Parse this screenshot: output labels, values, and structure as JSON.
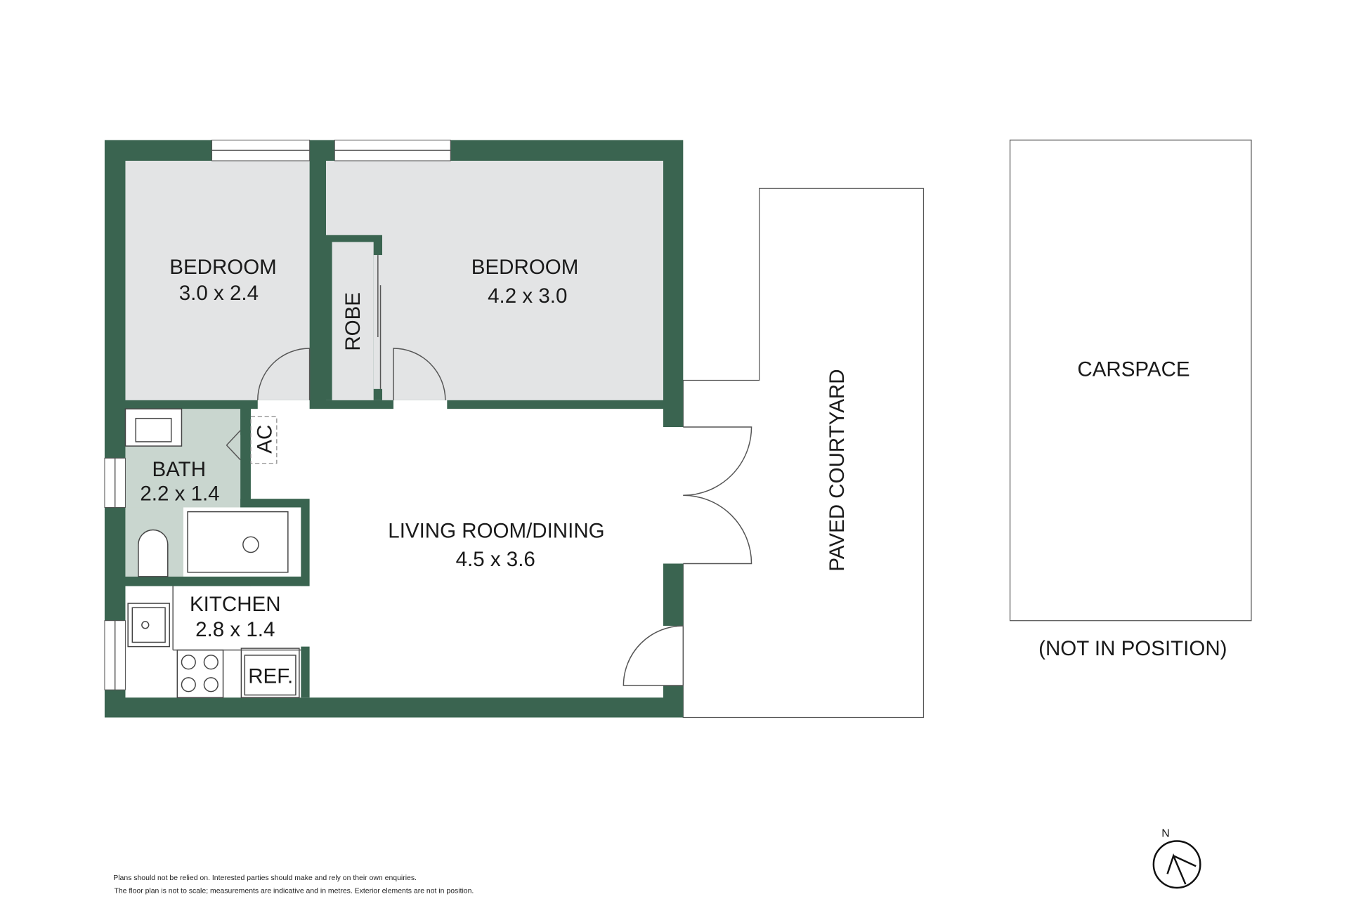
{
  "rooms": {
    "bedroom1": {
      "name": "BEDROOM",
      "size": "3.0 x 2.4"
    },
    "bedroom2": {
      "name": "BEDROOM",
      "size": "4.2 x 3.0"
    },
    "robe": "ROBE",
    "ac": "AC",
    "bath": {
      "name": "BATH",
      "size": "2.2 x 1.4"
    },
    "living": {
      "name": "LIVING ROOM/DINING",
      "size": "4.5 x 3.6"
    },
    "kitchen": {
      "name": "KITCHEN",
      "size": "2.8 x 1.4"
    },
    "ref": "REF.",
    "courtyard": "PAVED COURTYARD",
    "carspace": "CARSPACE",
    "carspace_note": "(NOT IN POSITION)"
  },
  "compass": {
    "label": "N"
  },
  "disclaimer": [
    "Plans should not be relied on. Interested parties should make and rely on their own enquiries.",
    "The floor plan is not to scale; measurements are indicative and in metres. Exterior elements are not in position."
  ],
  "colors": {
    "wall": "#3a6450",
    "bedroom": "#e3e4e5",
    "bath": "#c9d6cf"
  }
}
